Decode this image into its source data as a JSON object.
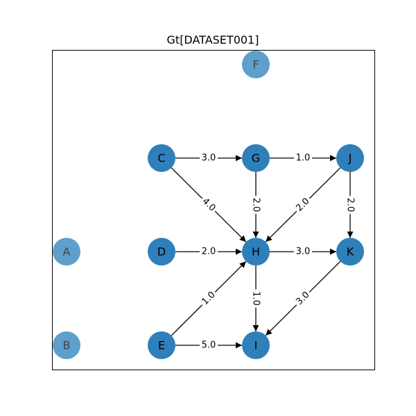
{
  "title": "Gt[DATASET001]",
  "colors": {
    "node": "#2f7fba",
    "node_isolated": "#5e9fcb",
    "edge": "#000000",
    "frame": "#000000"
  },
  "nodes": [
    {
      "id": "A",
      "label": "A",
      "isolated": true
    },
    {
      "id": "B",
      "label": "B",
      "isolated": true
    },
    {
      "id": "C",
      "label": "C",
      "isolated": false
    },
    {
      "id": "D",
      "label": "D",
      "isolated": false
    },
    {
      "id": "E",
      "label": "E",
      "isolated": false
    },
    {
      "id": "F",
      "label": "F",
      "isolated": true
    },
    {
      "id": "G",
      "label": "G",
      "isolated": false
    },
    {
      "id": "H",
      "label": "H",
      "isolated": false
    },
    {
      "id": "I",
      "label": "I",
      "isolated": false
    },
    {
      "id": "J",
      "label": "J",
      "isolated": false
    },
    {
      "id": "K",
      "label": "K",
      "isolated": false
    }
  ],
  "edges": [
    {
      "from": "C",
      "to": "G",
      "weight": "3.0",
      "bidirectional": true
    },
    {
      "from": "G",
      "to": "J",
      "weight": "1.0",
      "bidirectional": true
    },
    {
      "from": "C",
      "to": "H",
      "weight": "4.0",
      "bidirectional": true
    },
    {
      "from": "G",
      "to": "H",
      "weight": "2.0",
      "bidirectional": true
    },
    {
      "from": "J",
      "to": "H",
      "weight": "2.0",
      "bidirectional": true
    },
    {
      "from": "J",
      "to": "K",
      "weight": "2.0",
      "bidirectional": true
    },
    {
      "from": "D",
      "to": "H",
      "weight": "2.0",
      "bidirectional": true
    },
    {
      "from": "H",
      "to": "K",
      "weight": "3.0",
      "bidirectional": true
    },
    {
      "from": "E",
      "to": "H",
      "weight": "1.0",
      "bidirectional": true
    },
    {
      "from": "H",
      "to": "I",
      "weight": "1.0",
      "bidirectional": true
    },
    {
      "from": "K",
      "to": "I",
      "weight": "3.0",
      "bidirectional": true
    },
    {
      "from": "E",
      "to": "I",
      "weight": "5.0",
      "bidirectional": true
    }
  ]
}
